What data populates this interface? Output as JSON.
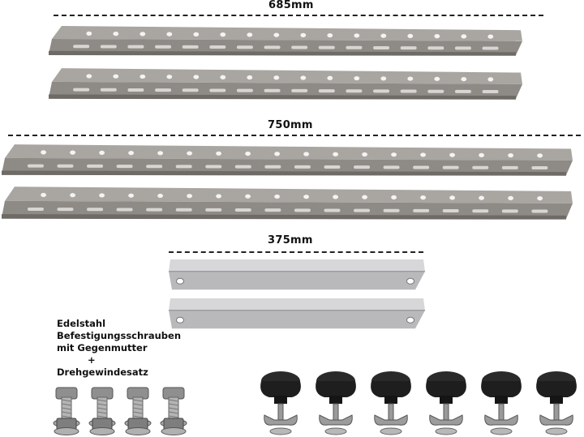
{
  "labels": {
    "dim_685": "685mm",
    "dim_750": "750mm",
    "dim_375": "375mm"
  },
  "caption": {
    "line1": "Edelstahl",
    "line2": "Befestigungsschrauben",
    "line3": "mit Gegenmutter",
    "line4": "+",
    "line5": "Drehgewindesatz"
  },
  "colors": {
    "rail_face": "#8e8a86",
    "rail_top": "#a9a6a2",
    "rail_lip": "#6e6a66",
    "bracket": "#b9b9bb",
    "knob": "#1e1e1e",
    "steel": "#9c9c9c"
  }
}
